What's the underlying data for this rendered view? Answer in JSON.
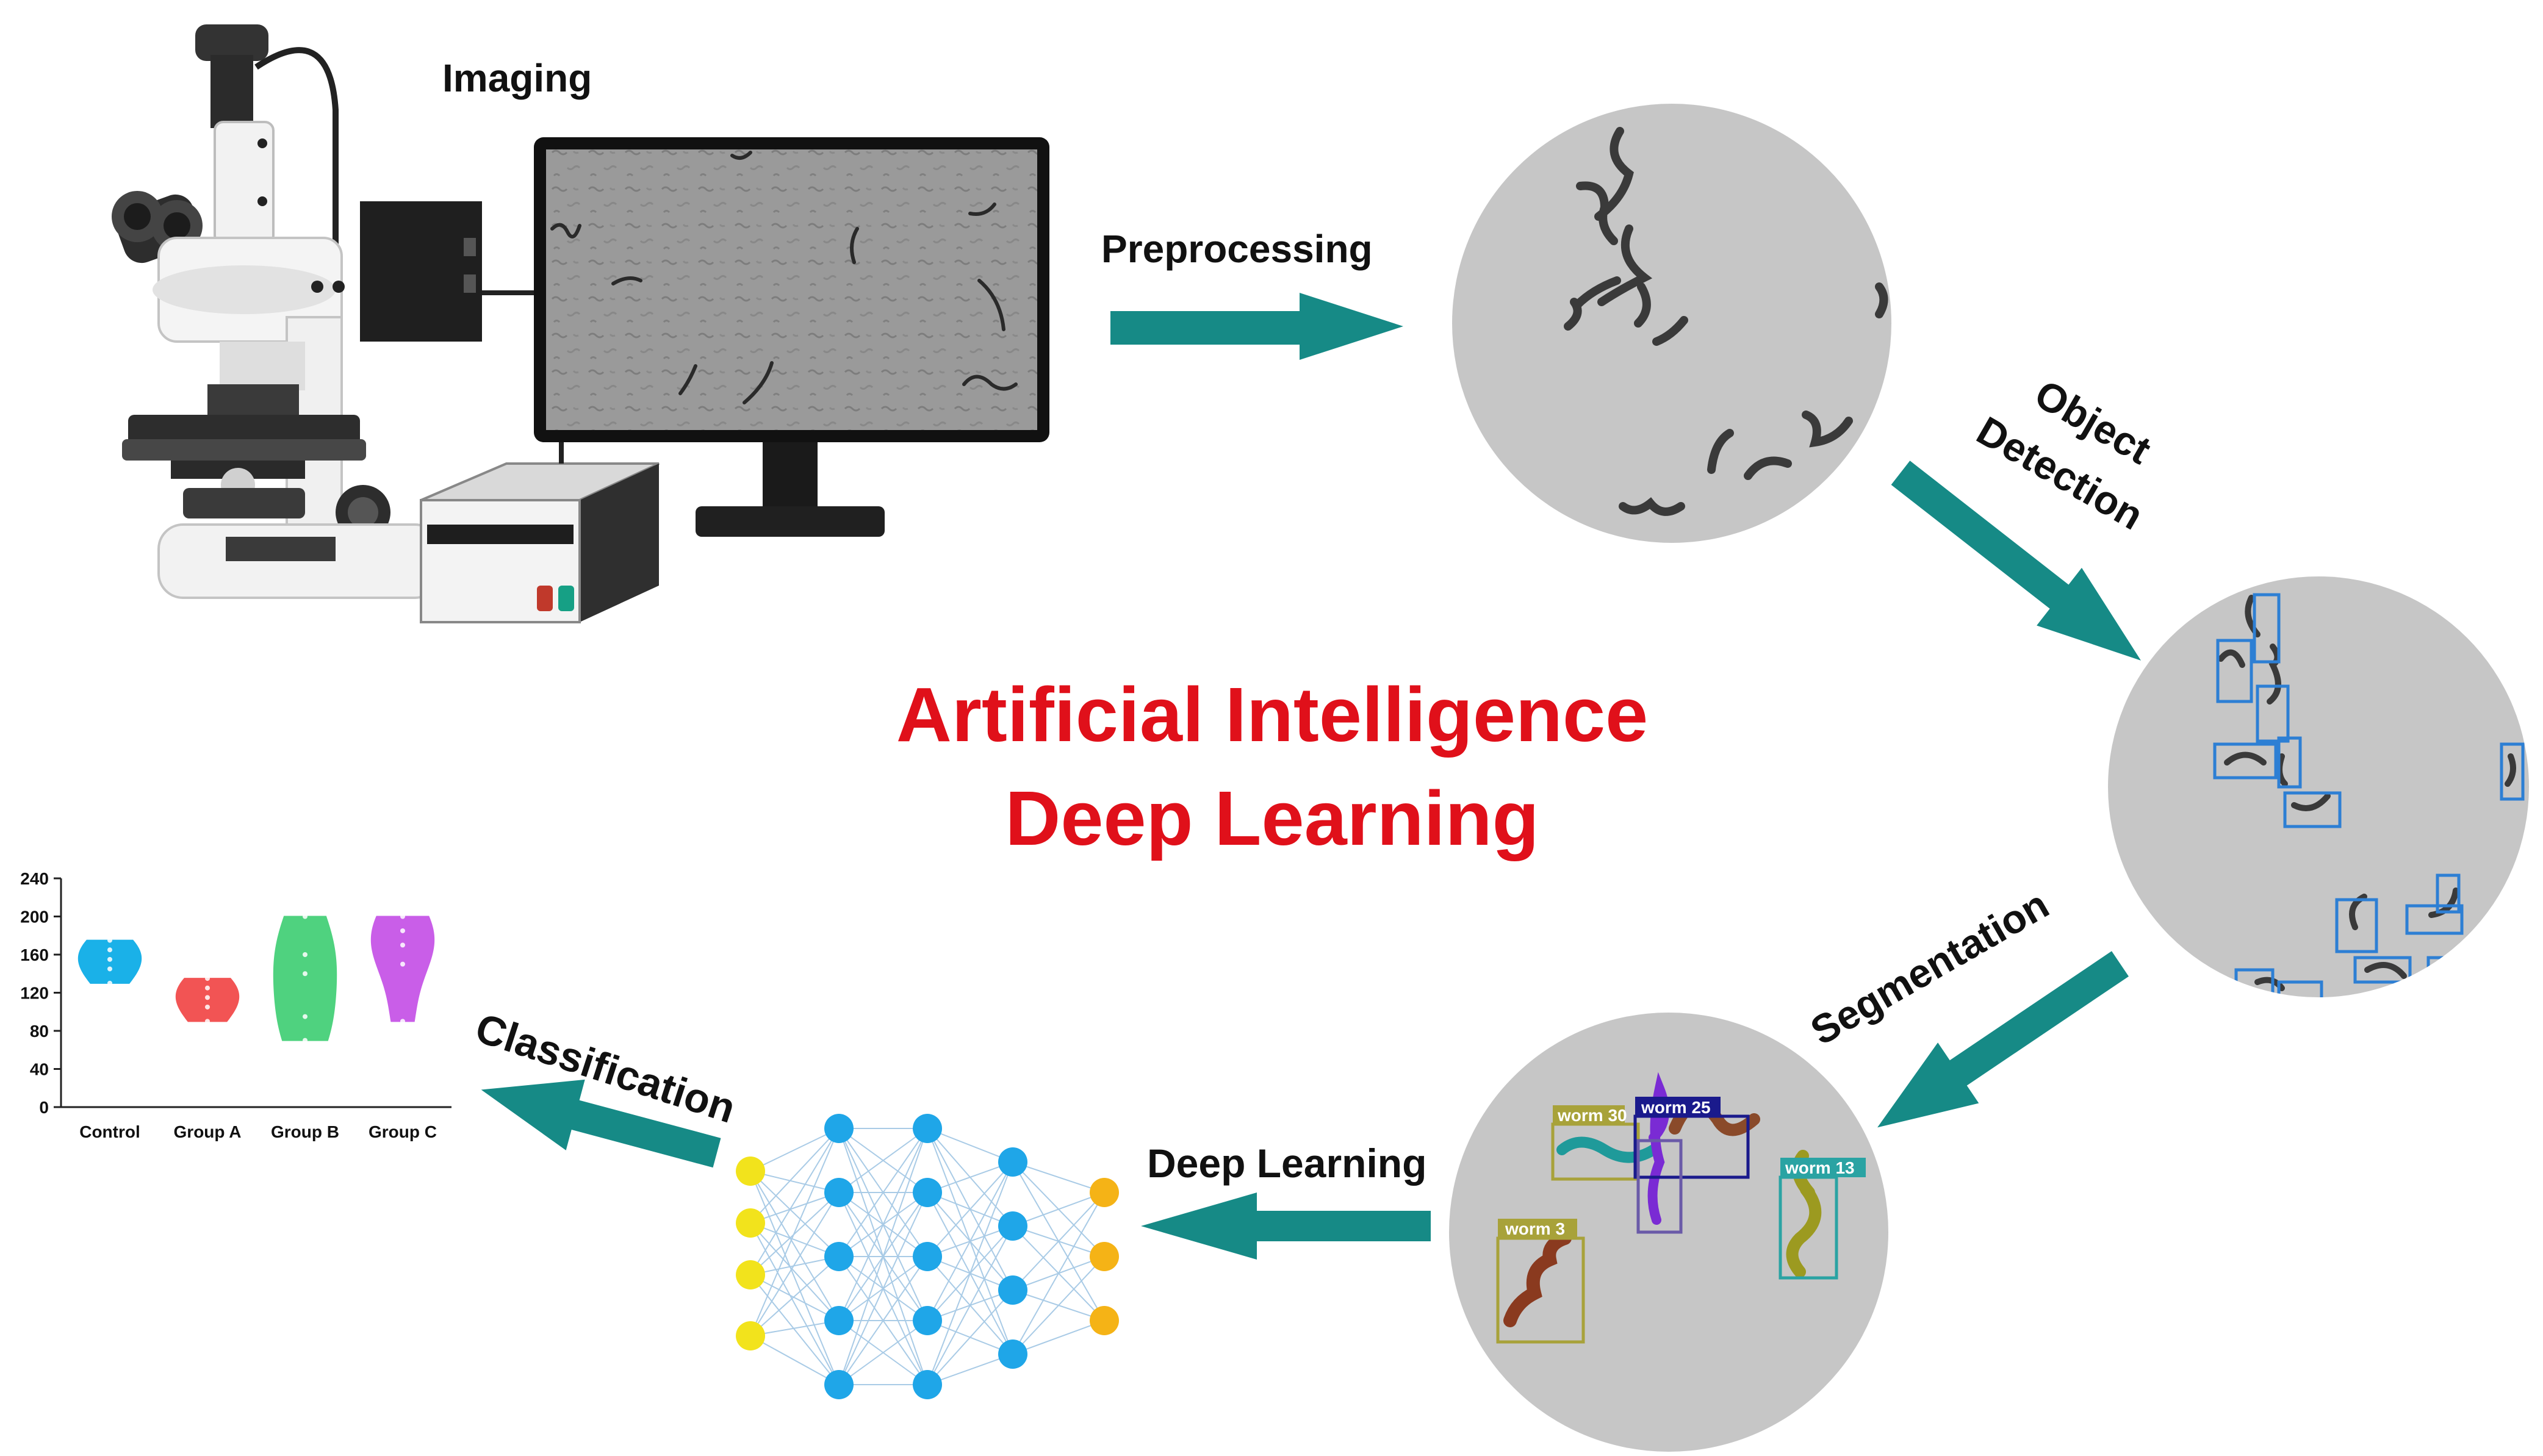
{
  "title": {
    "line1": "Artificial Intelligence",
    "line2": "Deep Learning",
    "color": "#e0101a"
  },
  "stages": {
    "imaging": "Imaging",
    "preprocessing": "Preprocessing",
    "object_detection_1": "Object",
    "object_detection_2": "Detection",
    "segmentation": "Segmentation",
    "deep_learning": "Deep Learning",
    "classification": "Classification"
  },
  "segmentation_tags": [
    {
      "label": "worm 30",
      "color": "#a8a23a"
    },
    {
      "label": "worm 25",
      "color": "#1a1a8c"
    },
    {
      "label": "worm 13",
      "color": "#2aa3a3"
    },
    {
      "label": "worm 3",
      "color": "#a8a23a"
    }
  ],
  "colors": {
    "arrow": "#168a86",
    "dish": "#c6c6c6",
    "worm": "#3a3a3a",
    "detect_box": "#2d7fd4",
    "nn_input": "#f2e31c",
    "nn_hidden": "#1fa6e8",
    "nn_output": "#f5b316"
  },
  "icons": [
    "microscope-icon",
    "monitor-icon",
    "camera-box-icon",
    "controller-box-icon",
    "neural-network-icon"
  ],
  "chart_data": {
    "type": "violin",
    "categories": [
      "Control",
      "Group A",
      "Group B",
      "Group C"
    ],
    "yticks": [
      0,
      40,
      80,
      120,
      160,
      200,
      240
    ],
    "ylim": [
      0,
      240
    ],
    "series": [
      {
        "values": [
          130,
          145,
          155,
          165,
          175
        ],
        "color": "#1ab1e8"
      },
      {
        "values": [
          90,
          105,
          115,
          125,
          135
        ],
        "color": "#f25454"
      },
      {
        "values": [
          70,
          95,
          140,
          160,
          200
        ],
        "color": "#4fd27f"
      },
      {
        "values": [
          90,
          150,
          170,
          185,
          200
        ],
        "color": "#c95ee8"
      }
    ]
  }
}
